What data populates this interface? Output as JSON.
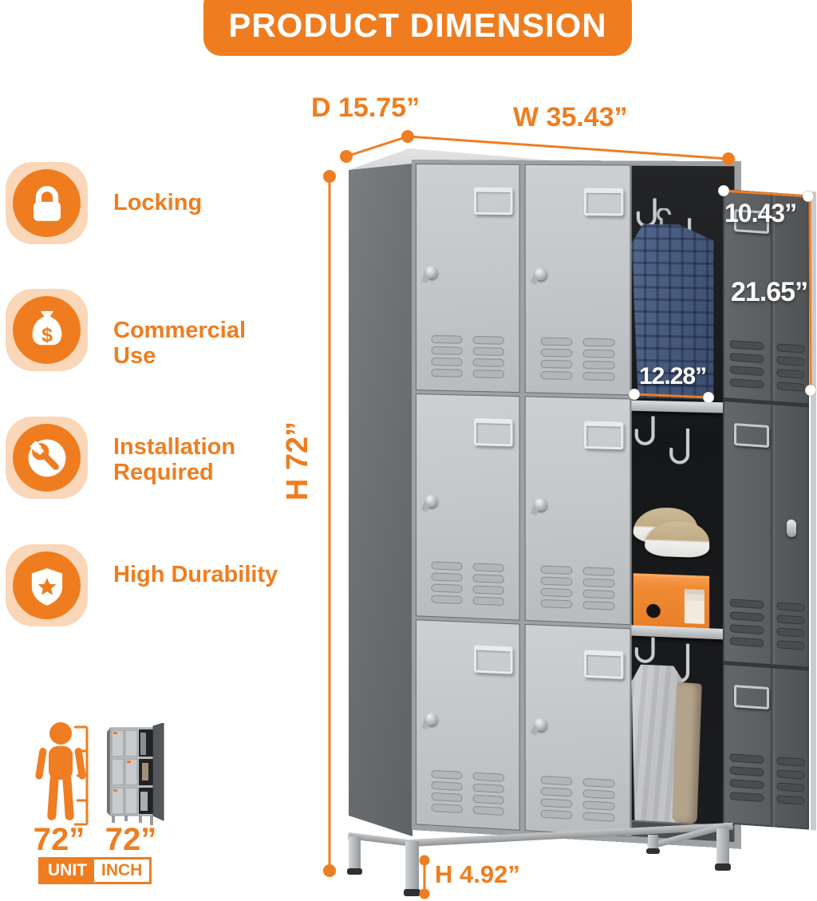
{
  "banner": {
    "title": "PRODUCT DIMENSION"
  },
  "dimensions": {
    "depth": "D 15.75”",
    "width": "W 35.43”",
    "height": "H 72”",
    "leg_height": "H 4.92”",
    "door_width": "10.43”",
    "door_height": "21.65”",
    "compartment_width": "12.28”"
  },
  "features": [
    {
      "icon": "lock-icon",
      "label": "Locking"
    },
    {
      "icon": "money-bag-icon",
      "label": "Commercial Use"
    },
    {
      "icon": "wrench-icon",
      "label": "Installation Required"
    },
    {
      "icon": "shield-star-icon",
      "label": "High Durability"
    }
  ],
  "scale_reference": {
    "person_height": "72”",
    "locker_height": "72”",
    "unit_label": "UNIT",
    "unit_name": "INCH"
  },
  "colors": {
    "accent": "#EF7D1F",
    "accent_light": "#F9D7B8"
  }
}
